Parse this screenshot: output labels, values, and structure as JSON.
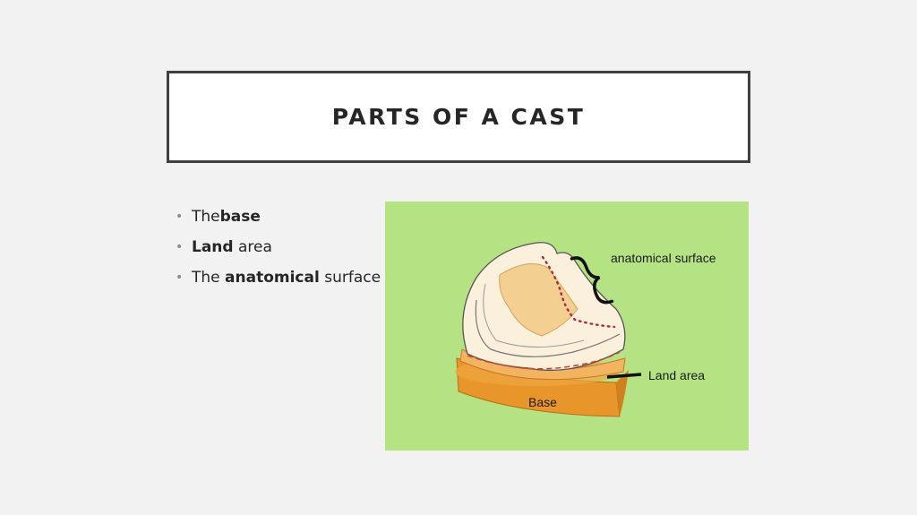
{
  "slide": {
    "title": "PARTS OF A CAST",
    "bullets": [
      {
        "pre": "The ",
        "bold": "base",
        "post": ""
      },
      {
        "pre": "",
        "bold": "Land",
        "post": " area"
      },
      {
        "pre": "The ",
        "bold": "anatomical",
        "post": " surface"
      }
    ]
  },
  "figure": {
    "labels": {
      "anatomical": "anatomical surface",
      "land": "Land area",
      "base": "Base"
    },
    "colors": {
      "background": "#b5e384",
      "base": "#e8952a",
      "cast": "#f6dcb0",
      "dotted_line": "#b02a3a",
      "dashed_line": "#d8442a"
    }
  }
}
